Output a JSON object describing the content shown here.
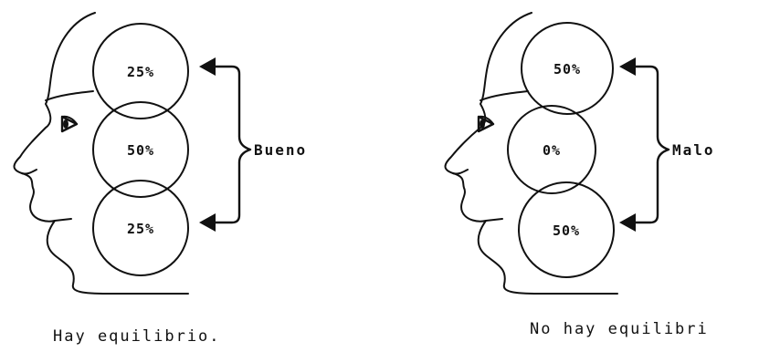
{
  "panels": [
    {
      "zones": [
        "25%",
        "50%",
        "25%"
      ],
      "side_label": "Bueno",
      "caption": "Hay equilibrio."
    },
    {
      "zones": [
        "50%",
        "0%",
        "50%"
      ],
      "side_label": "Malo",
      "caption": "No hay equilibri"
    }
  ]
}
